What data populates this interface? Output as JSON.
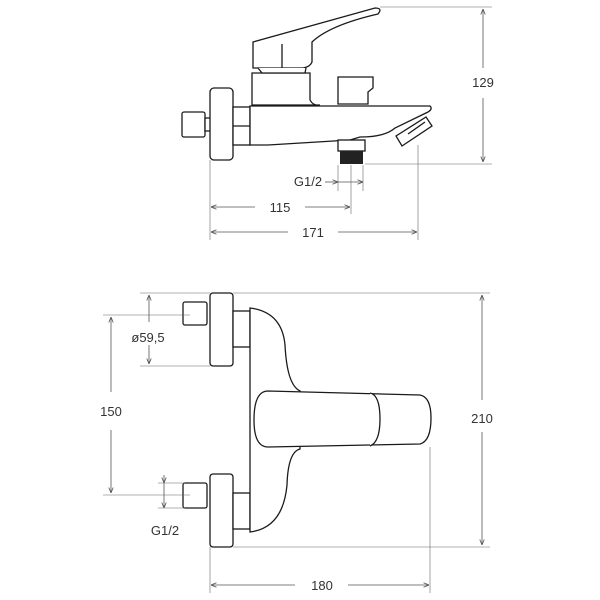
{
  "title": "Bath mixer dimension drawing",
  "side_view": {
    "height_label": "129",
    "outlet_thread_label": "G1/2",
    "outlet_distance_label": "115",
    "depth_label": "171"
  },
  "front_view": {
    "flange_diameter_label": "ø59,5",
    "inlet_spacing_label": "150",
    "height_label": "210",
    "inlet_thread_label": "G1/2",
    "depth_label": "180"
  },
  "colors": {
    "line": "#1a1a1a",
    "dimension": "#555555"
  }
}
